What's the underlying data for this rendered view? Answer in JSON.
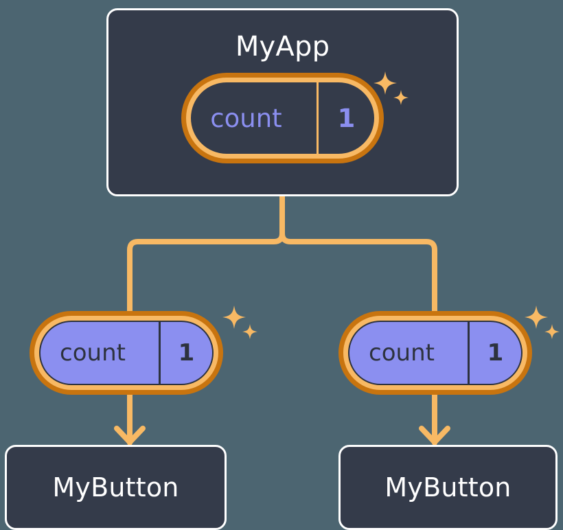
{
  "diagram": {
    "title": "MyApp component tree with shared count state",
    "background_color": "#4c6571",
    "card_fill": "#343b4a",
    "card_border": "#ffffff",
    "wire_color": "#f8b964",
    "pill_outer_ring": "#c8740f",
    "pill_inner_ring": "#f8b964",
    "leaf_pill_fill": "#8b8ff0",
    "root_pill_text": "#8b8ff0",
    "leaf_pill_text": "#2d323e",
    "sparkle_color": "#f8b964"
  },
  "root": {
    "label": "MyApp",
    "state": {
      "key": "count",
      "value": "1"
    },
    "sparkle": "sparkle-icon"
  },
  "children": [
    {
      "label": "MyButton",
      "state": {
        "key": "count",
        "value": "1"
      },
      "sparkle": "sparkle-icon"
    },
    {
      "label": "MyButton",
      "state": {
        "key": "count",
        "value": "1"
      },
      "sparkle": "sparkle-icon"
    }
  ]
}
